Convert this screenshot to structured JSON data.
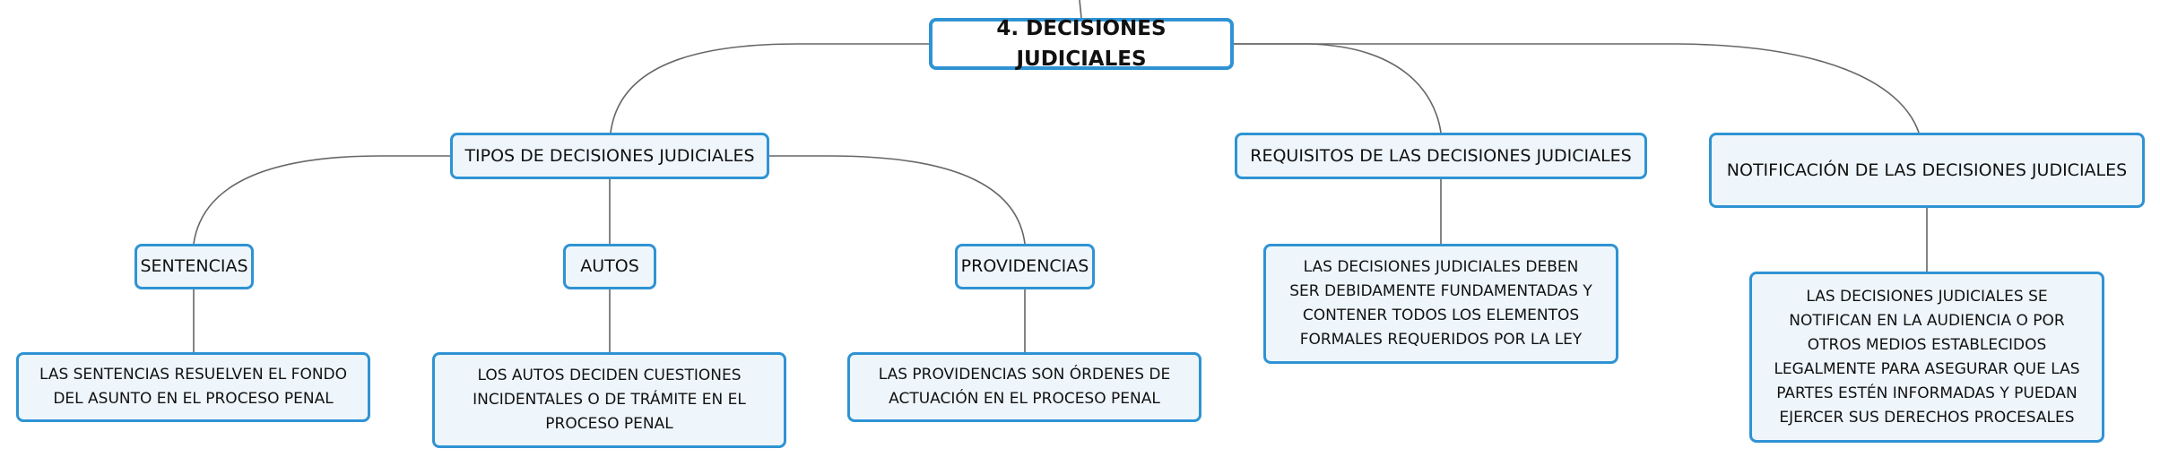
{
  "root": {
    "label": "4. DECISIONES JUDICIALES"
  },
  "branches": {
    "tipos": {
      "label": "TIPOS DE DECISIONES JUDICIALES",
      "children": {
        "sentencias": {
          "label": "SENTENCIAS",
          "detail": "LAS SENTENCIAS RESUELVEN EL FONDO DEL ASUNTO EN EL PROCESO PENAL"
        },
        "autos": {
          "label": "AUTOS",
          "detail": "LOS AUTOS DECIDEN CUESTIONES INCIDENTALES O DE TRÁMITE EN EL PROCESO PENAL"
        },
        "providencias": {
          "label": "PROVIDENCIAS",
          "detail": "LAS PROVIDENCIAS SON ÓRDENES DE ACTUACIÓN EN EL PROCESO PENAL"
        }
      }
    },
    "requisitos": {
      "label": "REQUISITOS DE LAS DECISIONES JUDICIALES",
      "detail": "LAS DECISIONES JUDICIALES DEBEN SER DEBIDAMENTE FUNDAMENTADAS Y CONTENER TODOS LOS ELEMENTOS FORMALES REQUERIDOS POR LA LEY"
    },
    "notificacion": {
      "label": "NOTIFICACIÓN DE LAS DECISIONES JUDICIALES",
      "detail": "LAS DECISIONES JUDICIALES SE NOTIFICAN EN LA AUDIENCIA O POR OTROS MEDIOS ESTABLECIDOS LEGALMENTE PARA ASEGURAR QUE LAS PARTES ESTÉN INFORMADAS Y PUEDAN EJERCER SUS DERECHOS PROCESALES"
    }
  },
  "colors": {
    "border": "#2f93d3",
    "fill": "#eef6fc",
    "connector": "#666666"
  }
}
